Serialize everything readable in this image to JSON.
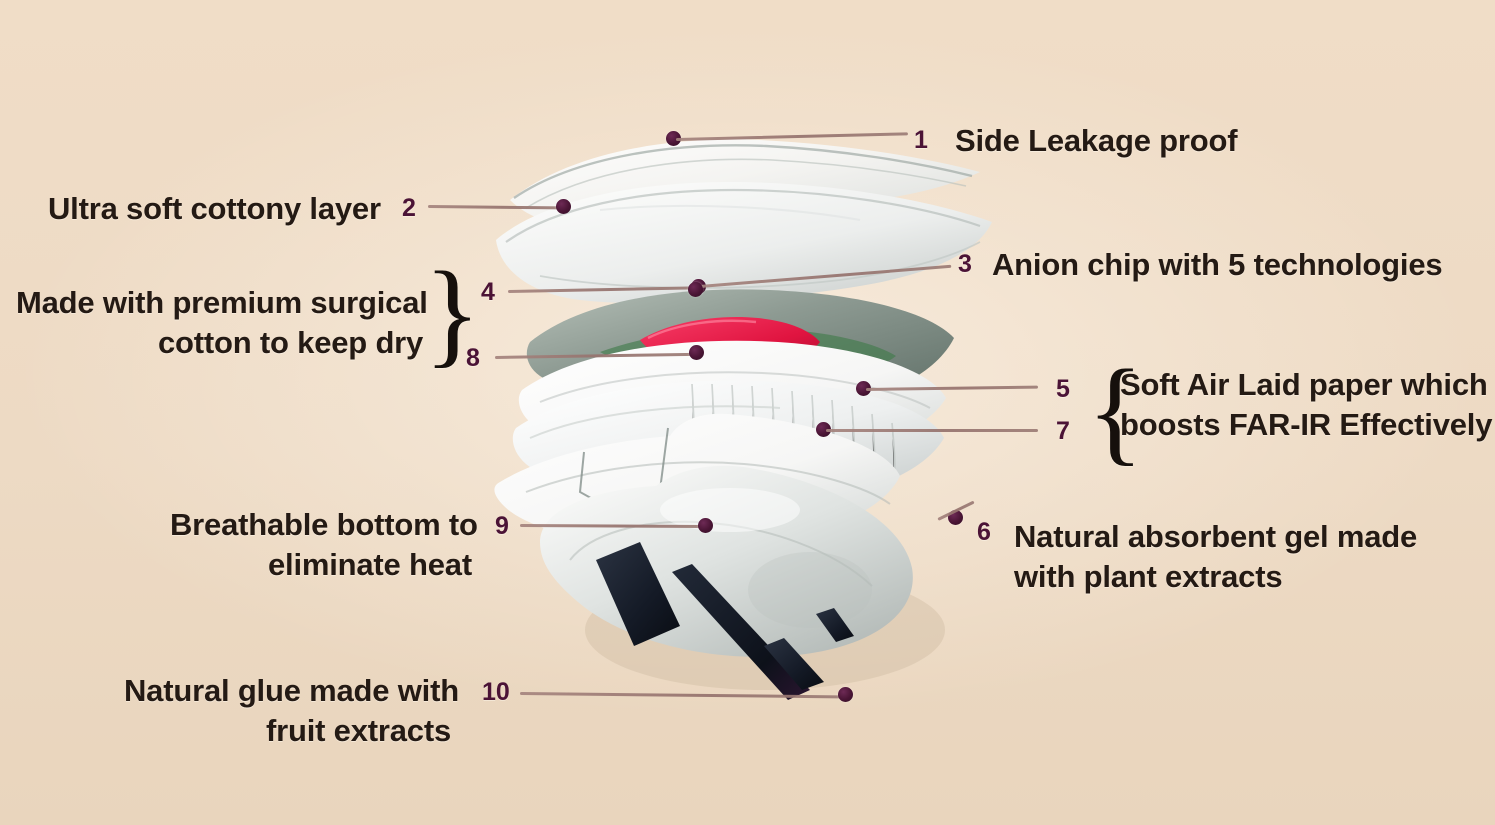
{
  "diagram": {
    "title": "Sanitary napkin exploded layer diagram",
    "background_color": "#efdcc6",
    "line_color": "#9c7c76",
    "marker_color": "#4a1535",
    "text_color": "#241a14"
  },
  "callouts": [
    {
      "number": "1",
      "text": "Side Leakage proof",
      "side": "right",
      "lines": 1
    },
    {
      "number": "2",
      "text": "Ultra soft cottony layer",
      "side": "left",
      "lines": 1
    },
    {
      "number": "3",
      "text": "Anion chip with 5 technologies",
      "side": "right",
      "lines": 1
    },
    {
      "number": "4",
      "text": "Made with premium surgical\ncotton to keep dry",
      "side": "left",
      "lines": 2,
      "brace": "}"
    },
    {
      "number": "8",
      "text": "",
      "side": "left",
      "lines": 0
    },
    {
      "number": "5",
      "text": "Soft Air Laid paper which\nboosts FAR-IR Effectively",
      "side": "right",
      "lines": 2,
      "brace": "{"
    },
    {
      "number": "7",
      "text": "",
      "side": "right",
      "lines": 0
    },
    {
      "number": "9",
      "text": "Breathable bottom to\neliminate heat",
      "side": "left",
      "lines": 2
    },
    {
      "number": "6",
      "text": "Natural absorbent gel made\nwith plant extracts",
      "side": "right",
      "lines": 2
    },
    {
      "number": "10",
      "text": "Natural glue made with\nfruit extracts",
      "side": "left",
      "lines": 2
    }
  ],
  "labels": {
    "side_leakage": "Side Leakage proof",
    "ultra_soft": "Ultra soft cottony layer",
    "anion_chip": "Anion chip with 5 technologies",
    "surgical_cotton_line1": "Made with premium surgical",
    "surgical_cotton_line2": "cotton to keep dry",
    "air_laid_line1": "Soft Air Laid paper which",
    "air_laid_line2": "boosts FAR-IR Effectively",
    "breathable_line1": "Breathable bottom to",
    "breathable_line2": "eliminate heat",
    "absorbent_gel_line1": "Natural absorbent gel made",
    "absorbent_gel_line2": "with plant extracts",
    "natural_glue_line1": "Natural glue made with",
    "natural_glue_line2": "fruit extracts"
  },
  "numbers": {
    "n1": "1",
    "n2": "2",
    "n3": "3",
    "n4": "4",
    "n5": "5",
    "n6": "6",
    "n7": "7",
    "n8": "8",
    "n9": "9",
    "n10": "10"
  },
  "braces": {
    "left_brace_close": "}",
    "right_brace_open": "{"
  },
  "layer_colors": {
    "top_sheet": "#f7f6f4",
    "anion_chip": "#e31c47",
    "anion_green": "#3f7a48",
    "green_gray_layer": "#8e9b93",
    "air_laid": "#e8eaea",
    "absorbent_core": "#fbfbfa",
    "bottom_film": "#c9cdcb",
    "glue_strip": "#1a2030"
  }
}
